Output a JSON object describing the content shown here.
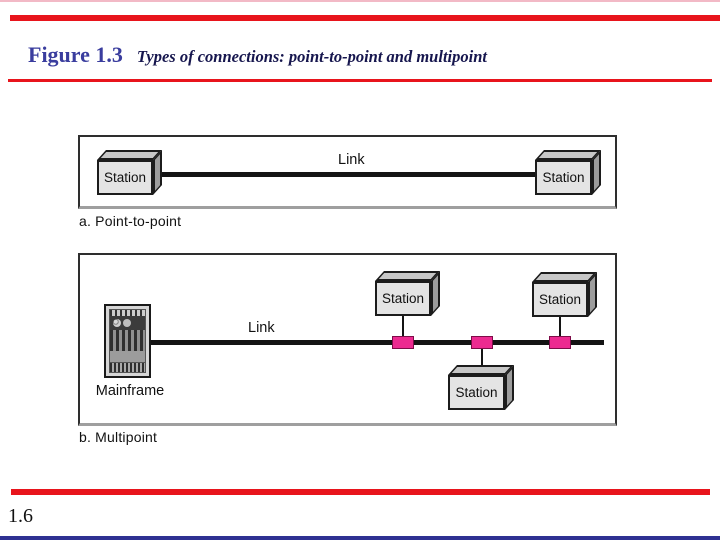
{
  "slide": {
    "figure_number": "Figure 1.3",
    "figure_title": "Types of connections: point-to-point and multipoint",
    "page_number": "1.6"
  },
  "colors": {
    "accent_red": "#e8141c",
    "figure_number_blue": "#3a3d9e",
    "figure_title_navy": "#16164e",
    "tap_pink": "#ec2a90",
    "bottom_bar_navy": "#2e3192",
    "cube_front_gray": "#e4e4e4",
    "cube_top_gray": "#c7c7c7",
    "cube_side_gray": "#9d9d9d"
  },
  "diagram_a": {
    "caption": "a. Point-to-point",
    "link_label": "Link",
    "stations": [
      {
        "label": "Station"
      },
      {
        "label": "Station"
      }
    ]
  },
  "diagram_b": {
    "caption": "b. Multipoint",
    "link_label": "Link",
    "mainframe_label": "Mainframe",
    "stations": [
      {
        "label": "Station"
      },
      {
        "label": "Station"
      },
      {
        "label": "Station"
      }
    ]
  }
}
